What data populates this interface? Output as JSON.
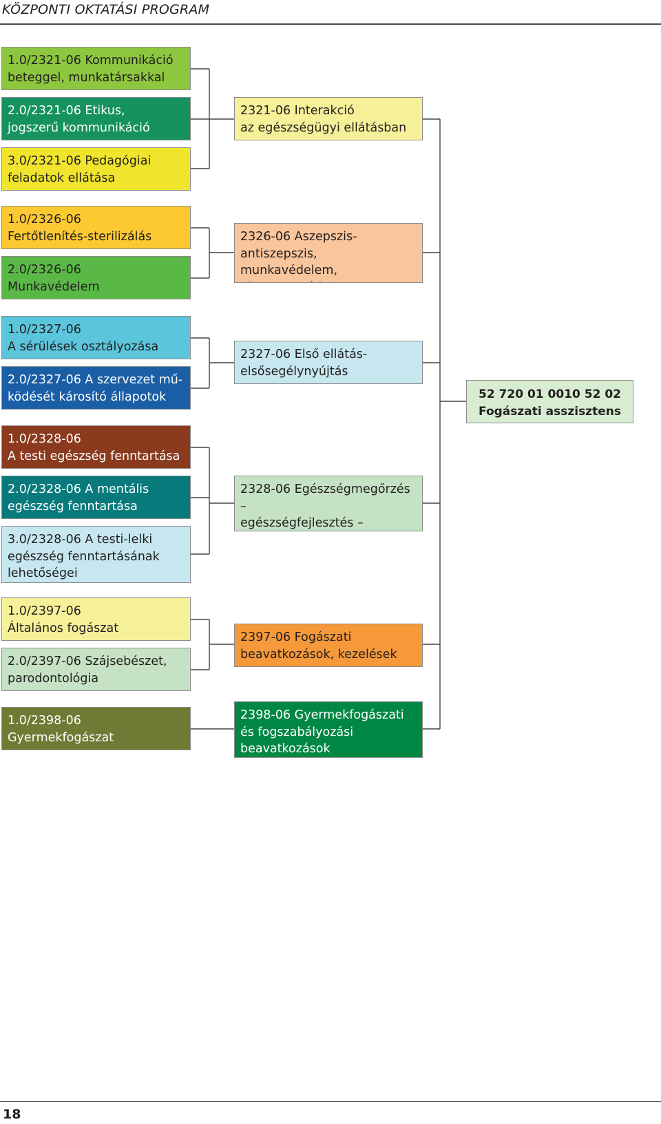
{
  "page": {
    "title": "KÖZPONTI OKTATÁSI PROGRAM",
    "number": "18"
  },
  "colors": {
    "lime": "#8dc63f",
    "teal_green": "#15925e",
    "yellow": "#f0e52c",
    "amber": "#fcc932",
    "green": "#5ab946",
    "cyan": "#5bc5dc",
    "blue": "#1a5ea6",
    "brown": "#8b3a1e",
    "dark_teal": "#087a7c",
    "pale_cyan": "#c6e7ef",
    "pale_yellow": "#f6f099",
    "pale_green": "#c5e3c4",
    "olive": "#6f7a34",
    "peach": "#f9c59c",
    "orange": "#f5993a",
    "dark_green": "#008744",
    "final_green": "#d7ecd0"
  },
  "submodules": [
    {
      "text": "1.0/2321-06 Kommunikáció\nbeteggel, munkatársakkal"
    },
    {
      "text": "2.0/2321-06 Etikus,\njogszerű kommunikáció"
    },
    {
      "text": "3.0/2321-06 Pedagógiai\nfeladatok ellátása"
    },
    {
      "text": "1.0/2326-06\nFertőtlenítés-sterilizálás"
    },
    {
      "text": "2.0/2326-06\nMunkavédelem"
    },
    {
      "text": "1.0/2327-06\nA sérülések osztályozása"
    },
    {
      "text": "2.0/2327-06 A szervezet mű-\nködését károsító állapotok"
    },
    {
      "text": "1.0/2328-06\nA testi egészség fenntartása"
    },
    {
      "text": "2.0/2328-06 A mentális\negészség fenntartása"
    },
    {
      "text": "3.0/2328-06 A testi-lelki\negészség fenntartásának\nlehetőségei"
    },
    {
      "text": "1.0/2397-06\nÁltalános fogászat"
    },
    {
      "text": "2.0/2397-06 Szájsebészet,\nparodontológia"
    },
    {
      "text": "1.0/2398-06\nGyermekfogászat"
    }
  ],
  "modules": [
    {
      "text": "2321-06 Interakció\naz egészségügyi ellátásban"
    },
    {
      "text": "2326-06 Aszepszis-\nantiszepszis, munkavédelem,\nkörnyezetvédelem"
    },
    {
      "text": "2327-06 Első ellátás-\nelsősegélynyújtás"
    },
    {
      "text": "2328-06 Egészségmegőrzés –\negészségfejlesztés –\negészségnevelés"
    },
    {
      "text": "2397-06 Fogászati\nbeavatkozások, kezelések"
    },
    {
      "text": "2398-06 Gyermekfogászati\nés fogszabályozási\nbeavatkozások"
    }
  ],
  "qualification": {
    "text": "52 720 01 0010 52 02\nFogászati asszisztens"
  }
}
